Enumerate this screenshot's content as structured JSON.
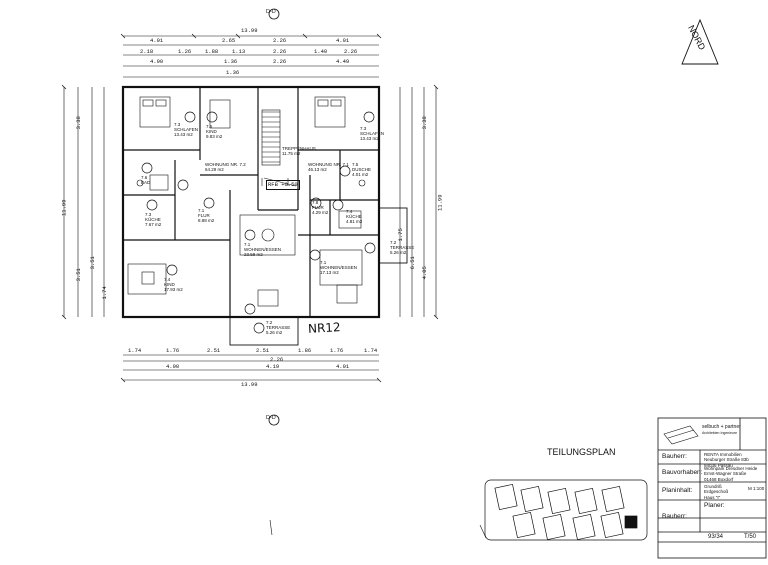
{
  "sheet_title": "TEILUNGSPLAN",
  "compass": {
    "label": "NORD"
  },
  "section_marks": {
    "top": "D-D",
    "bottom": "D-D"
  },
  "handwritten_unit_no": "NR12",
  "level_marker": "RFB +0.50",
  "top_dims": {
    "total": "13.99",
    "row1": [
      "4.01",
      "2.65",
      "2.26",
      "4.01"
    ],
    "row2": [
      "2.18",
      "1.26",
      "1.88",
      "1.13",
      "2.26",
      "1.40",
      "2.26"
    ],
    "row3": [
      "4.90",
      "1.36",
      "2.26",
      "4.49"
    ],
    "row4": "1.36"
  },
  "bottom_dims": {
    "row1": [
      "1.74",
      "1.76",
      "2.51",
      "2.51",
      "1.86",
      "1.76",
      "1.74"
    ],
    "row2": "2.26",
    "row3": [
      "4.90",
      "4.19",
      "4.01"
    ],
    "total": "13.99"
  },
  "side_dims": {
    "left_total": "11.99",
    "left": [
      "3.38",
      "3.51",
      "1.74",
      "3.51"
    ],
    "right_total": "11.99",
    "right": [
      "3.38",
      "6.51",
      "4.05",
      "1.75"
    ]
  },
  "rooms": [
    {
      "id": "7.3",
      "name": "SCHLAFEN",
      "area": "13.43 m2"
    },
    {
      "id": "7.5",
      "name": "KIND",
      "area": "9.83 m2"
    },
    {
      "id": "7.6",
      "name": "BAD",
      "area": ""
    },
    {
      "id": "7.2",
      "name": "WOHNUNG NR. 7.2",
      "area": "64.29 m2"
    },
    {
      "id": "7.3",
      "name": "KÜCHE",
      "area": "7.67 m2"
    },
    {
      "id": "7.1",
      "name": "FLUR",
      "area": "8.88 m2"
    },
    {
      "id": "7.4",
      "name": "KIND",
      "area": "17.93 m2"
    },
    {
      "id": "7.1",
      "name": "WOHNEN/ESSEN",
      "area": "23.58 m2"
    },
    {
      "id": "7.2",
      "name": "TERRASSE",
      "area": "5.26 m2"
    },
    {
      "id": "",
      "name": "TREPPENHAUS",
      "area": "11.75 m2"
    },
    {
      "id": "7.3",
      "name": "SCHLAFEN",
      "area": "13.43 m2"
    },
    {
      "id": "7.1",
      "name": "WOHNUNG NR. 7.1",
      "area": "46.13 m2"
    },
    {
      "id": "7.5",
      "name": "DUSCHE",
      "area": "4.01 m2"
    },
    {
      "id": "7.8",
      "name": "FLUR",
      "area": "4.29 m2"
    },
    {
      "id": "7.4",
      "name": "KÜCHE",
      "area": "4.81 m2"
    },
    {
      "id": "7.1",
      "name": "WOHNEN/ESSEN",
      "area": "17.13 m2"
    },
    {
      "id": "7.2",
      "name": "TERRASSE",
      "area": "5.26 m2"
    }
  ],
  "title_block": {
    "firm": "selbuch + partner",
    "firm_sub": "Architekten Ingenieure",
    "bauherr_label": "Bauherr:",
    "bauherr_value": [
      "RENTA Immobilien",
      "Neuburger Straße 83b",
      "94036 Passau"
    ],
    "vorhaben_label": "Bauvorhaben:",
    "vorhaben_value": [
      "Wohnpark Dresdner Heide",
      "Ernst-Wagner Straße",
      "01468 Boxdorf"
    ],
    "planinhalt_label": "Planinhalt:",
    "planinhalt_value": [
      "Grundriß",
      "Erdgeschoß",
      "Haus \"I\""
    ],
    "scale": "M 1:100",
    "bauherr2_label": "Bauherr:",
    "planer_label": "Planer:",
    "sheet_no": "93/34",
    "plan_no": "T/50"
  }
}
